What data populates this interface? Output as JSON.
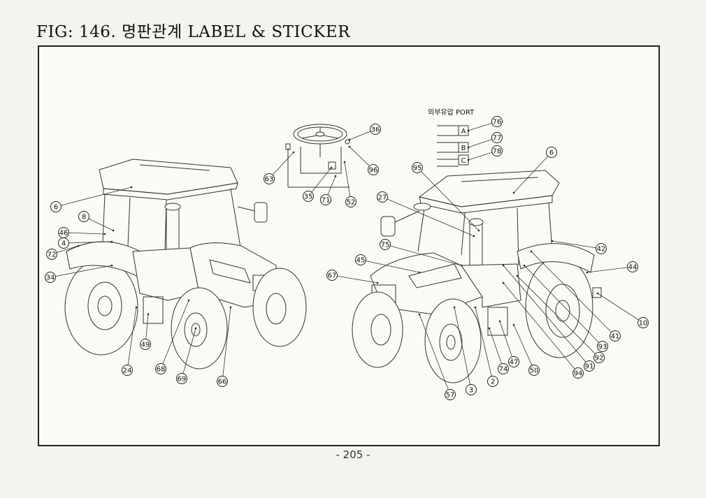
{
  "title": "FIG: 146. 명판관계 LABEL & STICKER",
  "page_number": "- 205 -",
  "port_panel": {
    "heading": "외부유압 PORT",
    "ports": [
      {
        "letter": "A",
        "callout": "76"
      },
      {
        "letter": "B",
        "callout": "77"
      },
      {
        "letter": "C",
        "callout": "78"
      }
    ]
  },
  "callouts": {
    "steering": [
      "36",
      "63",
      "96",
      "35",
      "71",
      "52"
    ],
    "left_tractor": [
      "6",
      "8",
      "46",
      "4",
      "72",
      "34",
      "24",
      "49",
      "68",
      "69",
      "66"
    ],
    "right_tractor": [
      "6",
      "95",
      "27",
      "75",
      "45",
      "67",
      "42",
      "44",
      "10",
      "41",
      "93",
      "92",
      "91",
      "94",
      "50",
      "47",
      "74",
      "2",
      "3",
      "57"
    ]
  },
  "icons": [
    "steering-wheel-icon",
    "tractor-left-icon",
    "tractor-right-icon"
  ]
}
